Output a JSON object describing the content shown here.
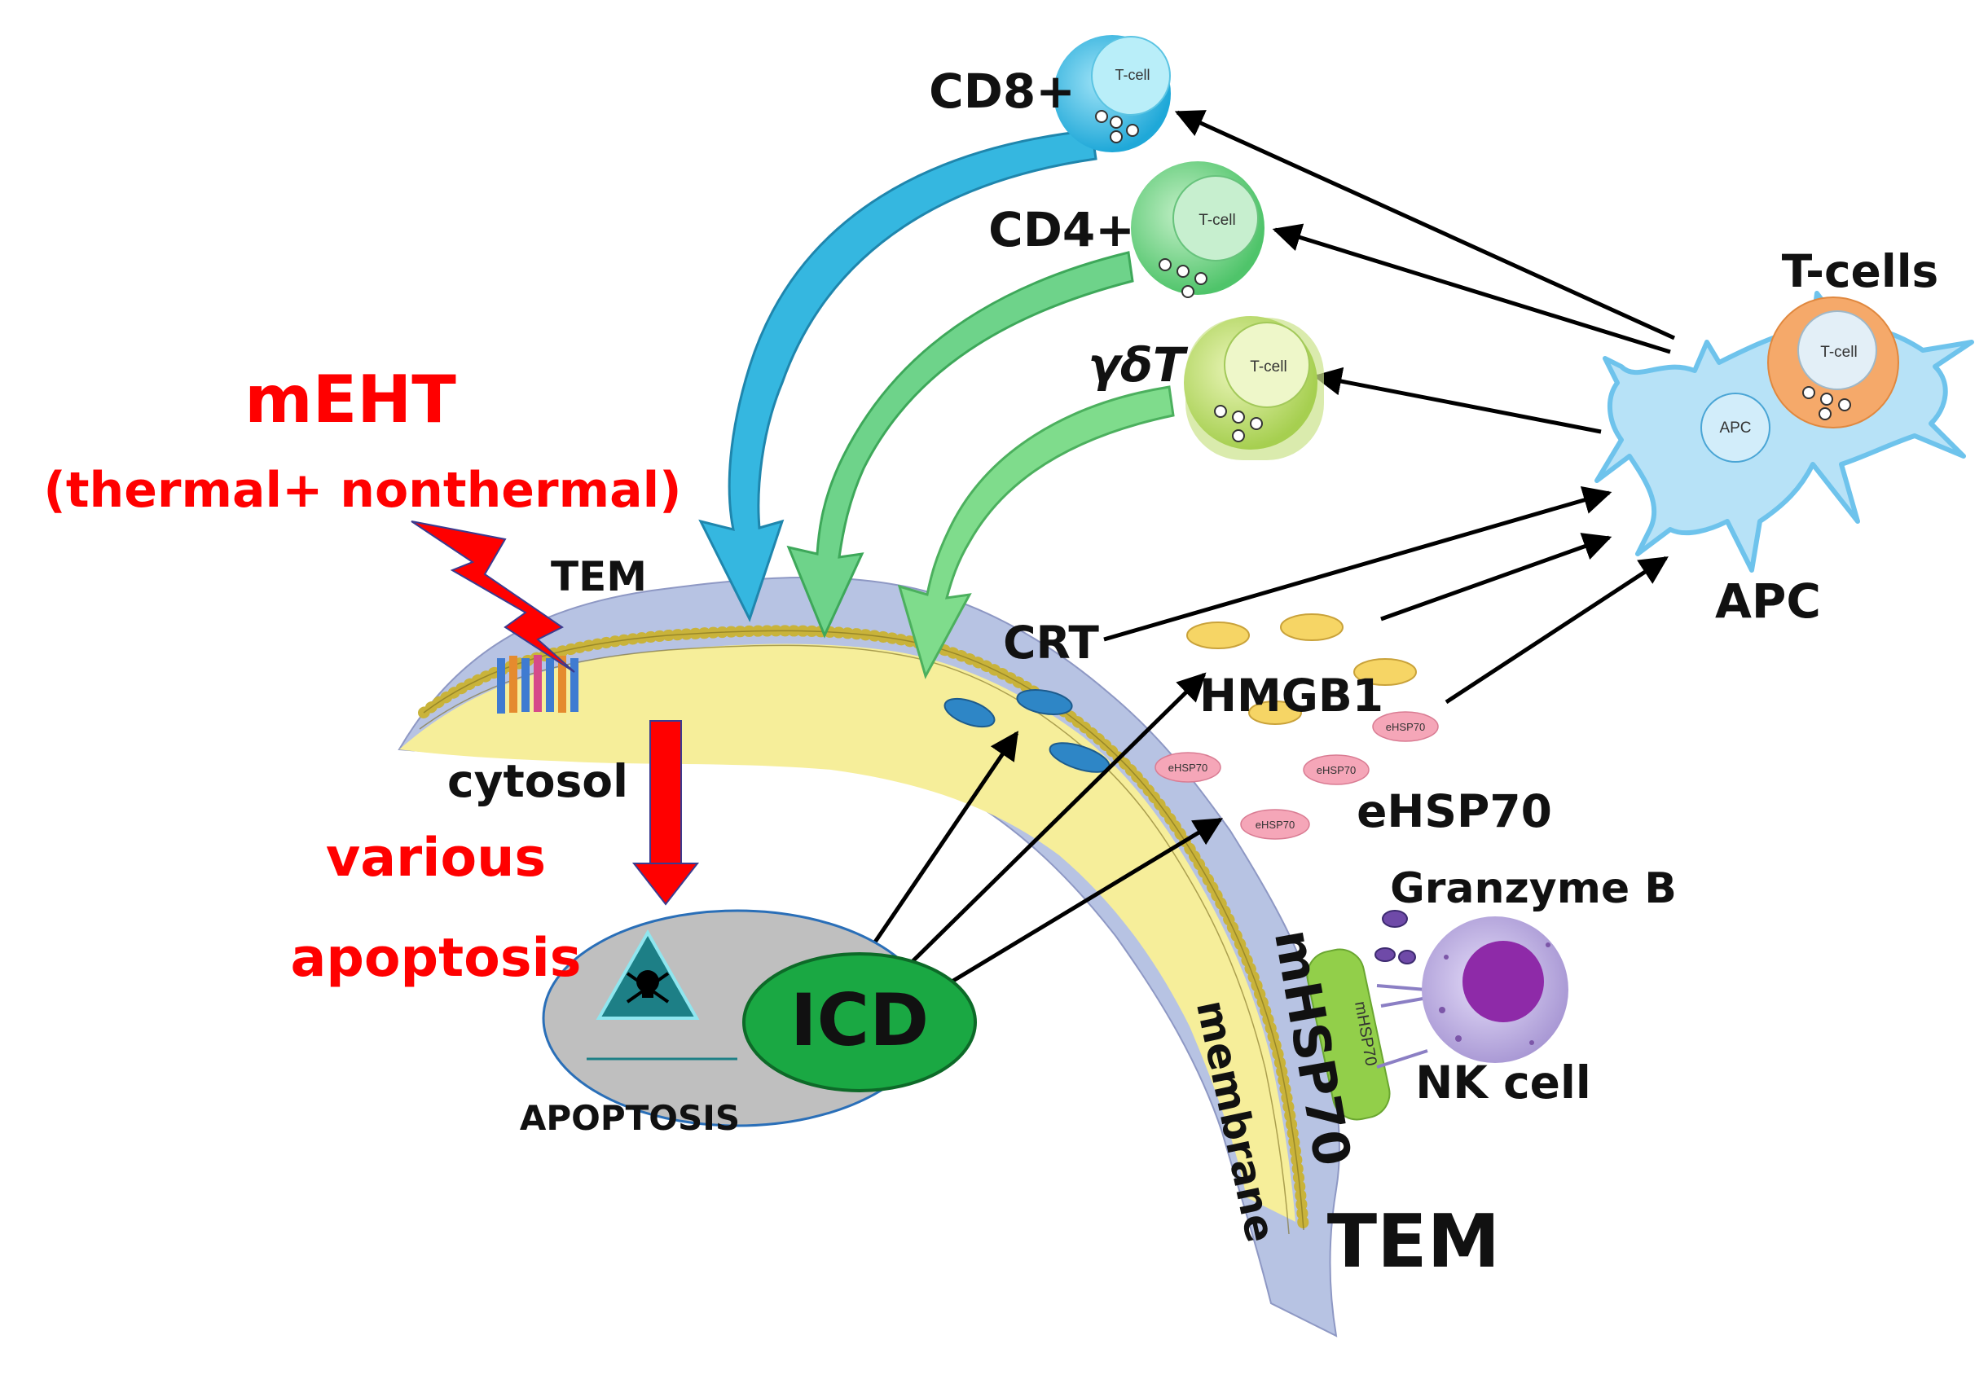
{
  "diagram": {
    "labels": {
      "meht_title": "mEHT",
      "meht_subtitle": "(thermal+ nonthermal)",
      "tem_top": "TEM",
      "tem_bottom": "TEM",
      "cytosol": "cytosol",
      "various": "various",
      "apoptosis_red": "apoptosis",
      "apoptosis_caption": "APOPTOSIS",
      "icd": "ICD",
      "crt": "CRT",
      "hmgb1": "HMGB1",
      "ehsp70": "eHSP70",
      "granzyme_b": "Granzyme B",
      "nk_cell": "NK cell",
      "mhsp70": "mHSP70",
      "membrane": "membrane",
      "apc": "APC",
      "t_cells": "T-cells",
      "cd8": "CD8+",
      "cd4": "CD4+",
      "gamma_delta": "γδT"
    },
    "cell_text": {
      "t_cell": "T-cell",
      "apc_body": "APC",
      "ehsp70_small": "eHSP70",
      "mhsp70_small": "mHSP70"
    },
    "colors": {
      "red": "#ff0000",
      "cd8": "#35b7e0",
      "cd4": "#6ed38a",
      "gdt": "#b7d86a",
      "tcell_orange": "#f5a96a",
      "apc": "#6ec3ec",
      "icd": "#1aa843",
      "membrane": "#b7c3e3",
      "cytosol": "#f6ee9a",
      "hmgb1": "#f6d565",
      "ehsp70": "#f5a6b8",
      "crt": "#2e86c6",
      "nk": "#b3a4d8",
      "nk_nucleus": "#8e2aa8",
      "mhsp70": "#92cf4a"
    },
    "icons": [
      "lightning-icon",
      "skull-warning-icon",
      "arrow-icon"
    ]
  }
}
